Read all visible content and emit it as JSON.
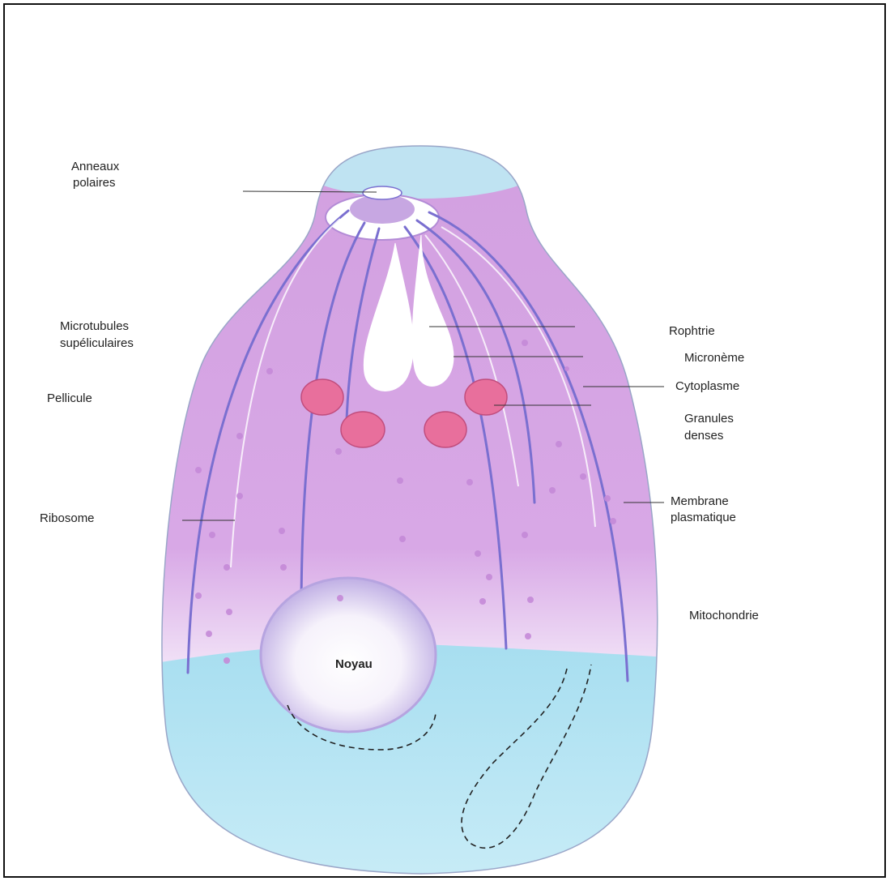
{
  "labels": {
    "anneaux_polaires_1": "Anneaux",
    "anneaux_polaires_2": "polaires",
    "microtubules_1": "Microtubules",
    "microtubules_2": "supéliculaires",
    "pellicule": "Pellicule",
    "ribosome": "Ribosome",
    "rophtrie": "Rophtrie",
    "microneme": "Micronème",
    "cytoplasme": "Cytoplasme",
    "granules_1": "Granules",
    "granules_2": "denses",
    "membrane_1": "Membrane",
    "membrane_2": "plasmatique",
    "mitochondrie": "Mitochondrie",
    "noyau": "Noyau"
  },
  "colors": {
    "cytoplasm_pink": "#d7a6e4",
    "microtubule": "#7a6fd0",
    "granule": "#e56b9a",
    "nucleus": "#c9b8e8",
    "lower_blue": "#aee0f0",
    "ribosome_dot": "#b67ed6"
  }
}
